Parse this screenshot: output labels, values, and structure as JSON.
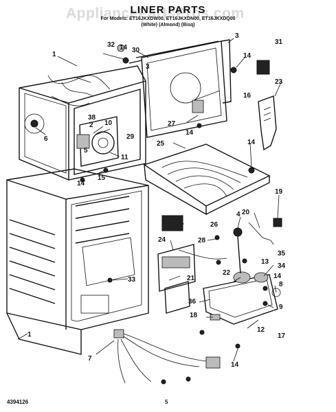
{
  "header": {
    "title": "LINER PARTS",
    "models": "For Models: ET16JKXDW00, ET16JKXDN00, ET16JKXDQ00",
    "colors": "(White)        (Almond)        (Bisq)"
  },
  "watermark": "AppliancePartsPros.com",
  "footer": {
    "doc_number": "4394126",
    "page_number": "5"
  },
  "callouts": [
    "1",
    "1",
    "2",
    "3",
    "3",
    "4",
    "5",
    "6",
    "7",
    "8",
    "9",
    "10",
    "11",
    "12",
    "13",
    "14",
    "14",
    "14",
    "14",
    "14",
    "14",
    "14",
    "15",
    "16",
    "17",
    "18",
    "19",
    "20",
    "21",
    "22",
    "23",
    "24",
    "25",
    "26",
    "27",
    "28",
    "29",
    "30",
    "31",
    "32",
    "33",
    "34",
    "35",
    "36",
    "38"
  ]
}
